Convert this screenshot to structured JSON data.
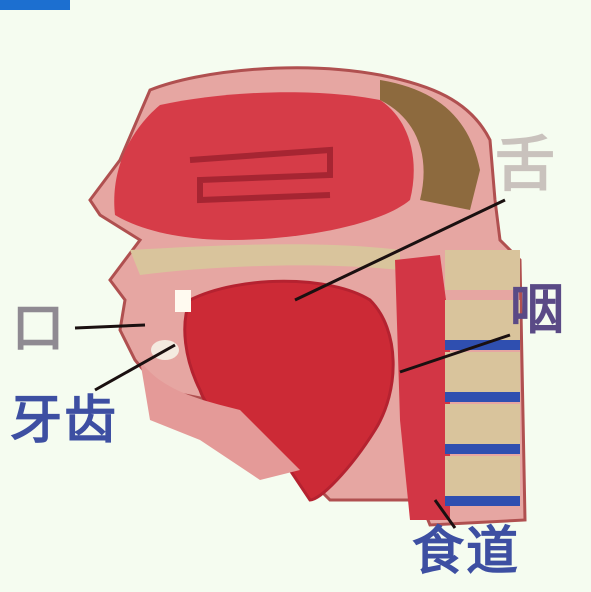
{
  "labels": {
    "tongue": "舌",
    "pharynx": "咽",
    "mouth": "口",
    "teeth": "牙齿",
    "esophagus": "食道"
  },
  "colors": {
    "background": "#f5fcf0",
    "tissue_red": "#c8333c",
    "skin": "#e6a6a2",
    "bone": "#d9c49c",
    "vertebra_blue": "#2f4fb0",
    "leader_line": "#1a1010"
  }
}
